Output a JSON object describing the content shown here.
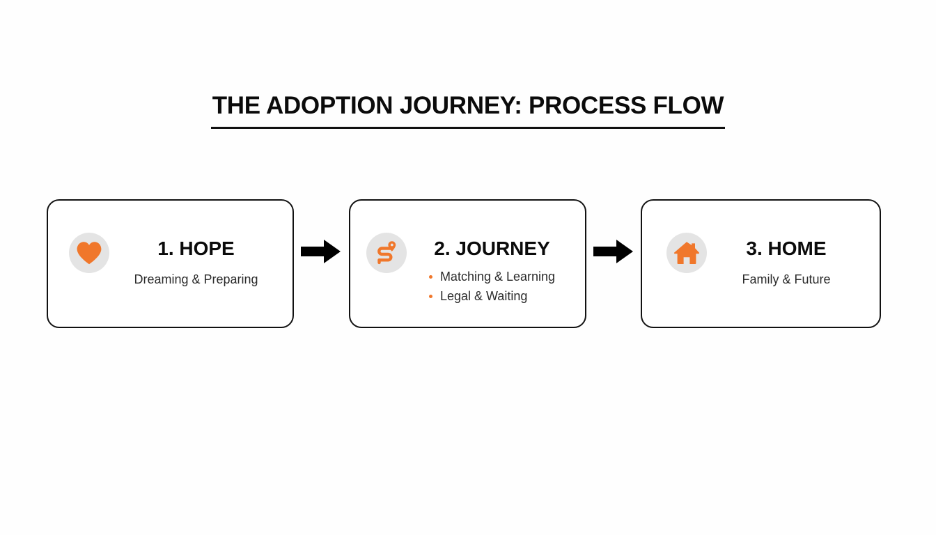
{
  "page": {
    "background_color": "#FEFEFE",
    "title": "THE ADOPTION JOURNEY: PROCESS FLOW"
  },
  "theme": {
    "accent_orange": "#F0772B",
    "icon_circle_gray": "#E4E4E4",
    "text_black": "#0B0B0B",
    "text_body": "#2B2B2B",
    "border_black": "#111111"
  },
  "flow": {
    "steps": [
      {
        "icon": "heart-icon",
        "title": "1. HOPE",
        "subtitle": "Dreaming & Preparing",
        "bullets": []
      },
      {
        "icon": "route-pin-icon",
        "title": "2. JOURNEY",
        "subtitle": "",
        "bullets": [
          "Matching & Learning",
          "Legal & Waiting"
        ]
      },
      {
        "icon": "house-icon",
        "title": "3. HOME",
        "subtitle": "Family & Future",
        "bullets": []
      }
    ],
    "connectors": [
      {
        "icon": "arrow-right-icon"
      },
      {
        "icon": "arrow-right-icon"
      }
    ]
  }
}
